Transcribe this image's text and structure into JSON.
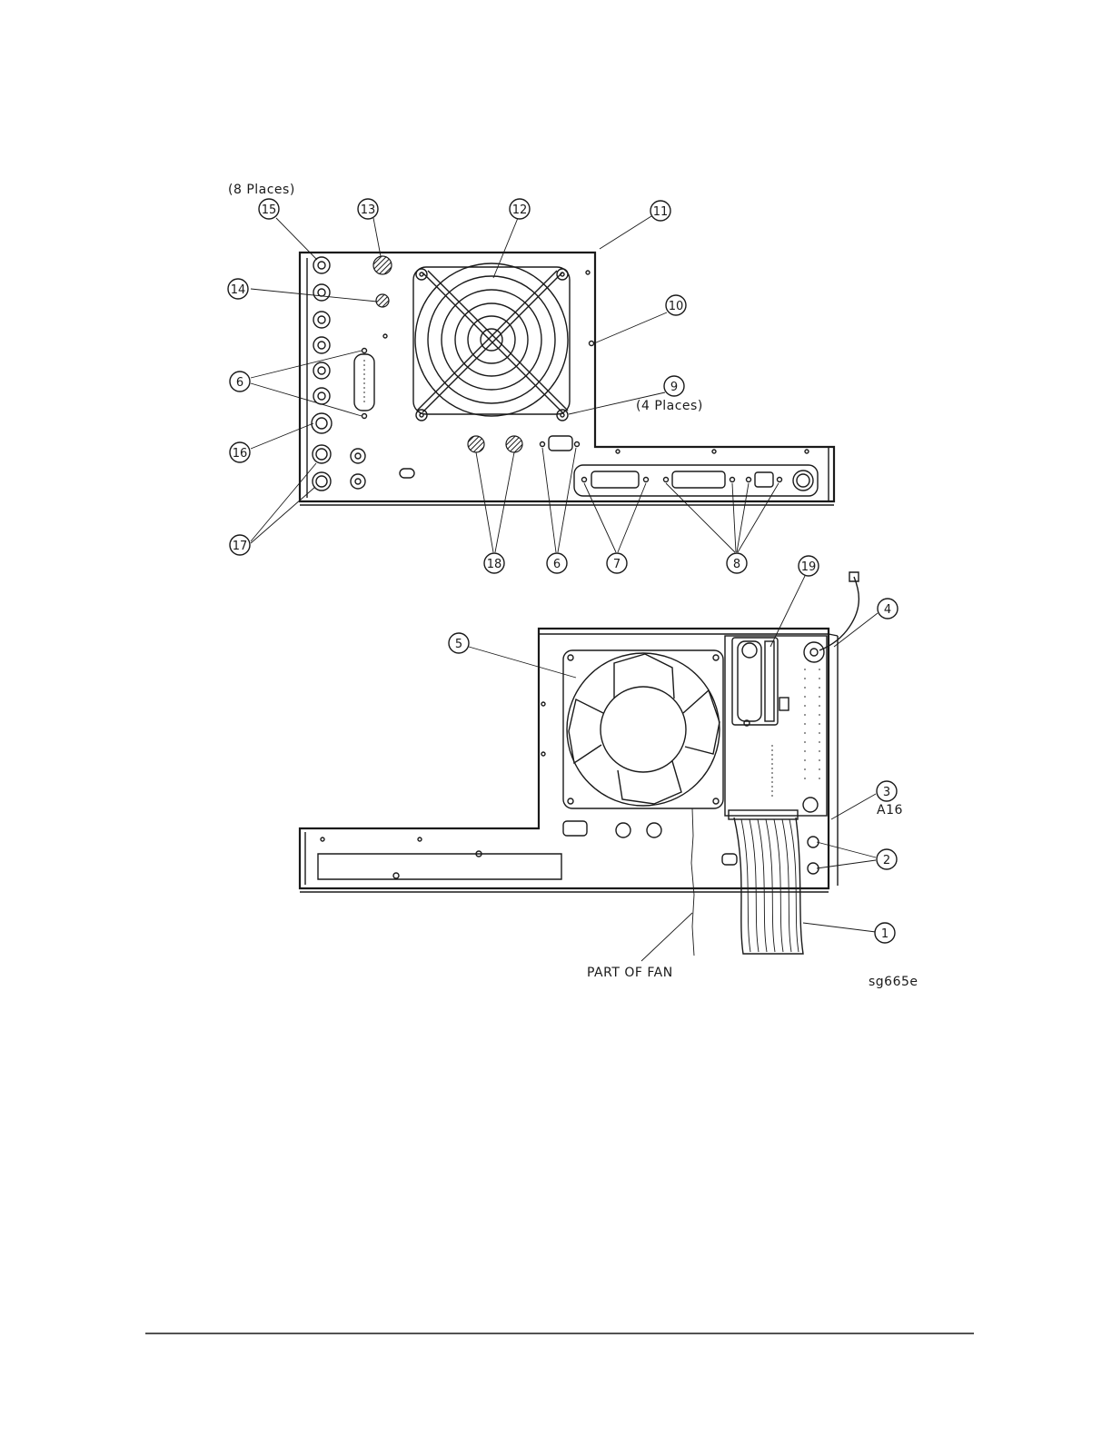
{
  "notes": {
    "eight_places": "(8 Places)",
    "four_places": "(4 Places)",
    "board_ref": "A16",
    "part_of_fan": "PART OF FAN",
    "figure_id": "sg665e"
  },
  "callouts": [
    "1",
    "2",
    "3",
    "4",
    "5",
    "6",
    "7",
    "8",
    "9",
    "10",
    "11",
    "12",
    "13",
    "14",
    "15",
    "16",
    "17",
    "18",
    "19"
  ]
}
